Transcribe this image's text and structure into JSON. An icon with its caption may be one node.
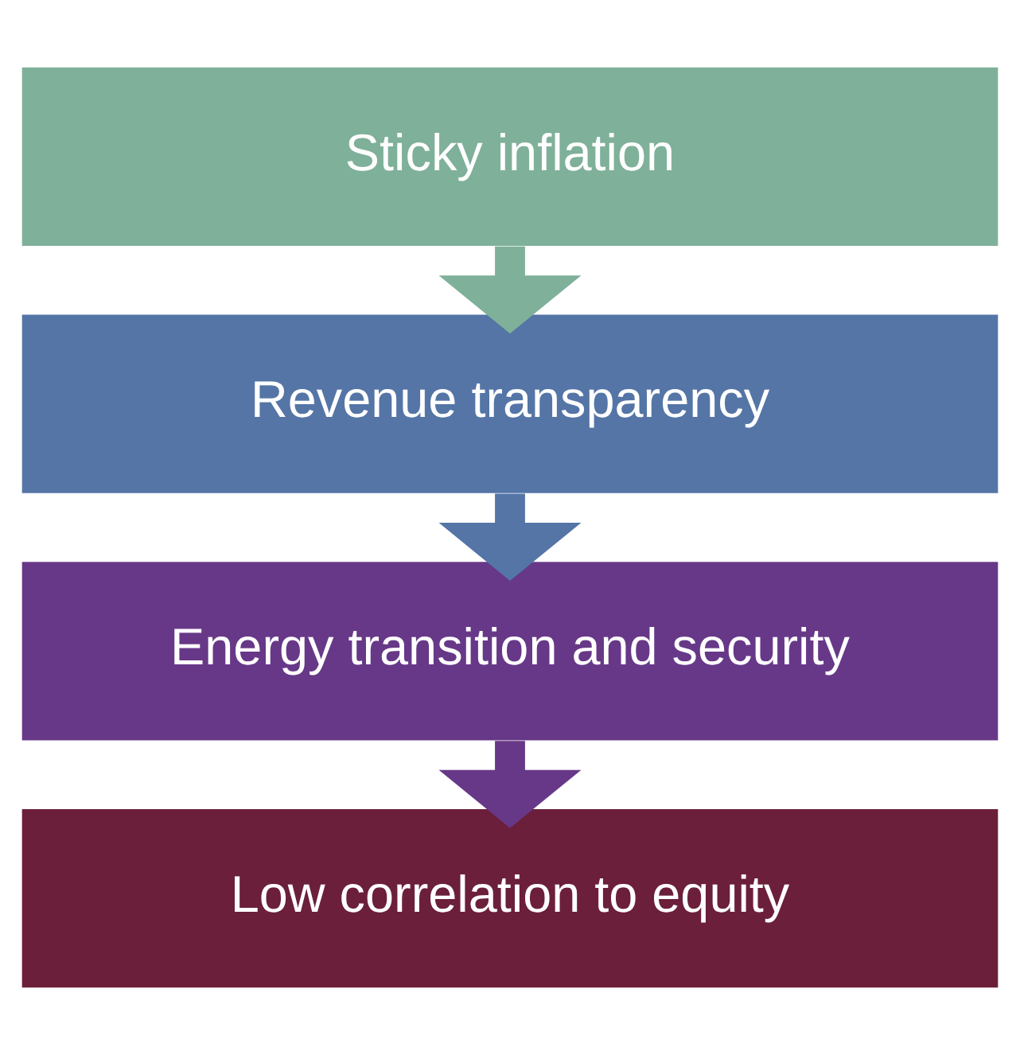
{
  "diagram": {
    "nodes": [
      {
        "text": [
          "Sticky inflation"
        ]
      },
      {
        "text": [
          "Revenue transparency"
        ]
      },
      {
        "text": [
          "Energy transition and security"
        ]
      },
      {
        "text": [
          "Low correlation to equity"
        ]
      }
    ],
    "edges": [
      {
        "from": 0,
        "to": 1,
        "arrow": "to",
        "color": "#7fb09a"
      },
      {
        "from": 1,
        "to": 2,
        "arrow": "to",
        "color": "#5475a6"
      },
      {
        "from": 2,
        "to": 3,
        "arrow": "to",
        "color": "#673888"
      }
    ]
  }
}
